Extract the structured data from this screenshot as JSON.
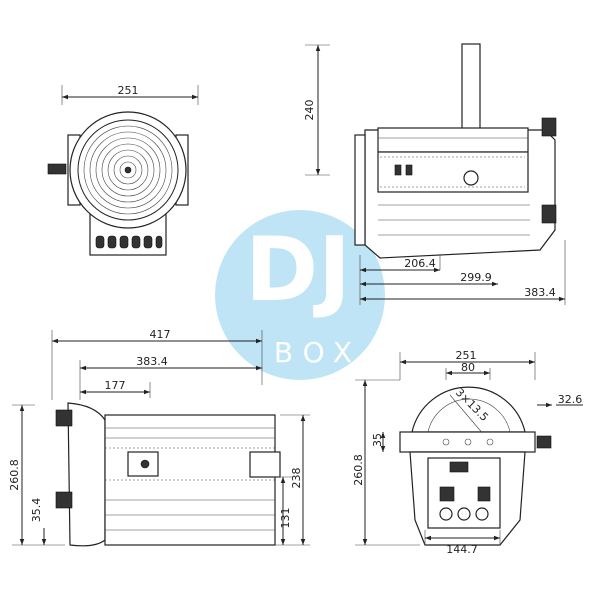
{
  "watermark": {
    "text_top": "DJ",
    "text_bottom": "BOX",
    "color": "#8fd0f0"
  },
  "front_view": {
    "width_label": "251"
  },
  "side_view_top": {
    "height_label": "240",
    "dims": [
      "206.4",
      "299.9",
      "383.4"
    ]
  },
  "side_view_bottom": {
    "length_labels": [
      "417",
      "383.4",
      "177"
    ],
    "height_label": "260.8",
    "foot_label": "35.4",
    "right_labels": [
      "238",
      "131"
    ]
  },
  "rear_view": {
    "width_label": "251",
    "spacing_label": "80",
    "offset_label": "32.6",
    "hole_label": "3×13.5",
    "height_label": "260.8",
    "bracket_label": "35",
    "base_label": "144.7"
  }
}
